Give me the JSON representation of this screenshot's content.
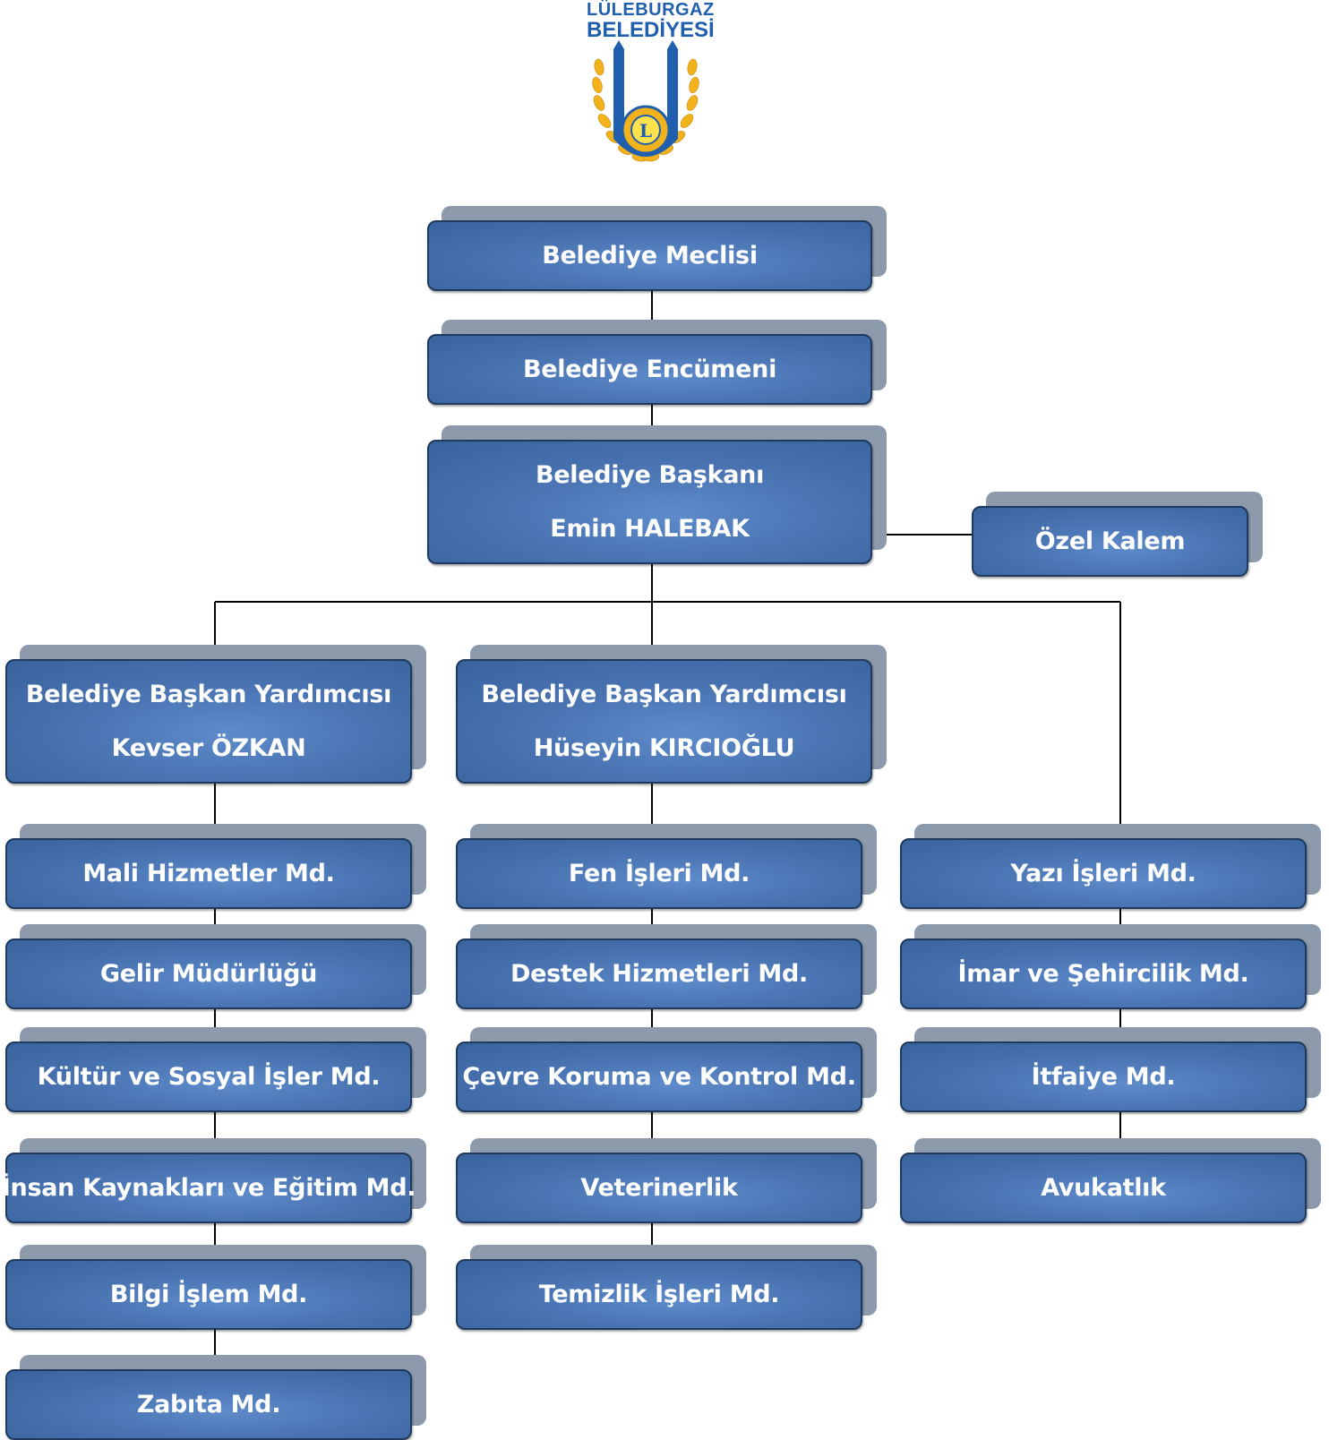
{
  "logo": {
    "line1": "LÜLEBURGAZ",
    "line2": "BELEDİYESİ",
    "emblem_letter": "L",
    "colors": {
      "blue": "#1f5fae",
      "gold": "#f2b21b"
    }
  },
  "colors": {
    "box_fill": "#4a74b2",
    "box_shadow": "#8d9aab",
    "box_text": "#ffffff",
    "connector": "#000000"
  },
  "nodes": {
    "meclis": {
      "label": "Belediye Meclisi"
    },
    "encumen": {
      "label": "Belediye Encümeni"
    },
    "baskan": {
      "title": "Belediye Başkanı",
      "name": "Emin HALEBAK"
    },
    "ozel_kalem": {
      "label": "Özel Kalem"
    },
    "yardimci1": {
      "title": "Belediye Başkan Yardımcısı",
      "name": "Kevser ÖZKAN"
    },
    "yardimci2": {
      "title": "Belediye Başkan Yardımcısı",
      "name": "Hüseyin KIRCIOĞLU"
    },
    "col1": [
      {
        "label": "Mali Hizmetler Md."
      },
      {
        "label": "Gelir Müdürlüğü"
      },
      {
        "label": "Kültür ve Sosyal İşler Md."
      },
      {
        "label": "İnsan Kaynakları ve Eğitim Md."
      },
      {
        "label": "Bilgi İşlem Md."
      },
      {
        "label": "Zabıta Md."
      }
    ],
    "col2": [
      {
        "label": "Fen İşleri Md."
      },
      {
        "label": "Destek Hizmetleri Md."
      },
      {
        "label": "Çevre Koruma ve Kontrol Md."
      },
      {
        "label": "Veterinerlik"
      },
      {
        "label": "Temizlik İşleri Md."
      }
    ],
    "col3": [
      {
        "label": "Yazı İşleri Md."
      },
      {
        "label": "İmar ve Şehircilik Md."
      },
      {
        "label": "İtfaiye Md."
      },
      {
        "label": "Avukatlık"
      }
    ]
  }
}
